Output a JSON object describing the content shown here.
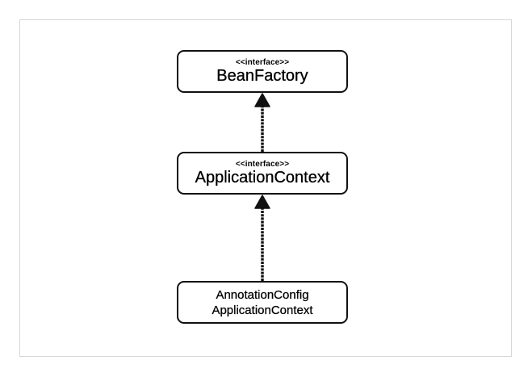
{
  "diagram": {
    "nodes": {
      "bean_factory": {
        "stereotype": "<<interface>>",
        "name": "BeanFactory"
      },
      "application_context": {
        "stereotype": "<<interface>>",
        "name": "ApplicationContext"
      },
      "annotation_config": {
        "line1": "AnnotationConfig",
        "line2": "ApplicationContext"
      }
    },
    "edges": [
      {
        "from": "application_context",
        "to": "bean_factory",
        "type": "inheritance"
      },
      {
        "from": "annotation_config",
        "to": "application_context",
        "type": "inheritance"
      }
    ],
    "colors": {
      "stroke": "#111111",
      "background": "#ffffff",
      "frame": "#d6d6d6"
    }
  }
}
